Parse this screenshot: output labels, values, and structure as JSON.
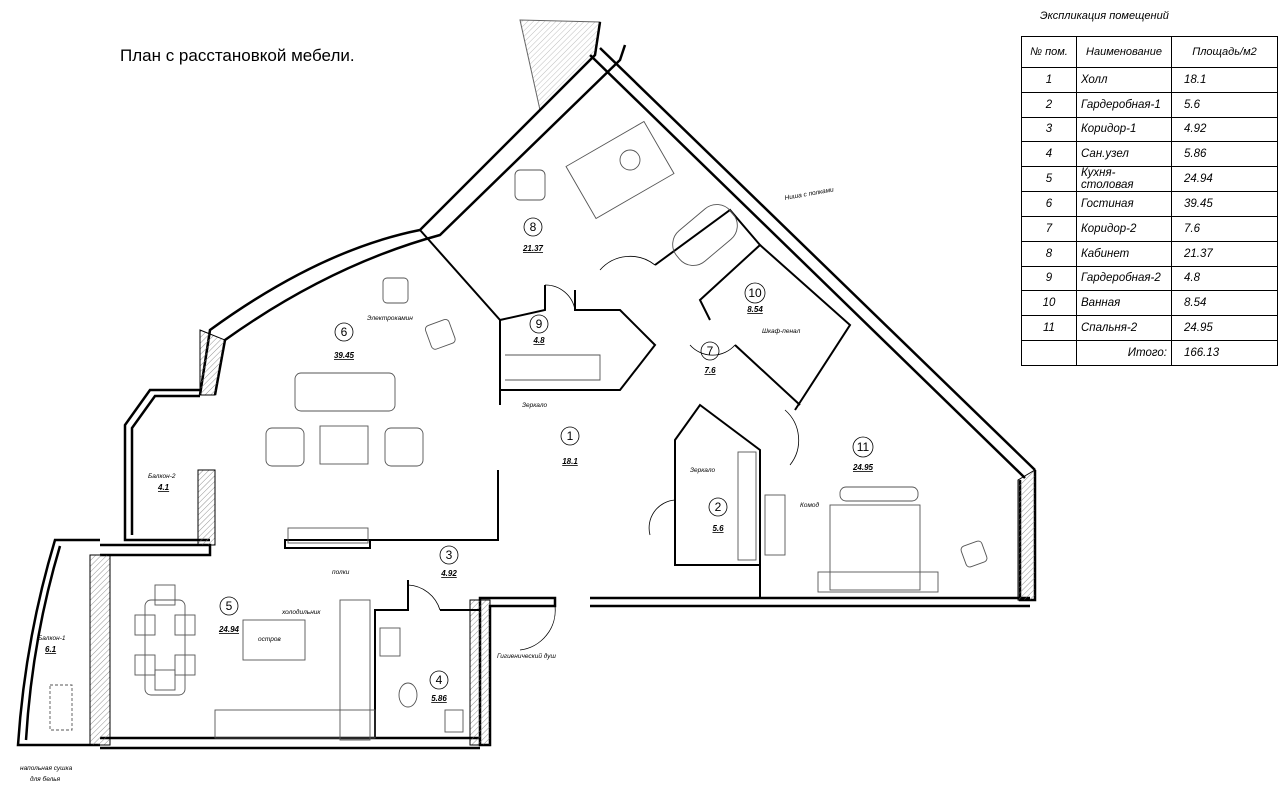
{
  "title": "План с расстановкой мебели.",
  "explication": {
    "title": "Экспликация помещений",
    "headers": [
      "№ пом.",
      "Наименование",
      "Площадь/м2"
    ],
    "rows": [
      {
        "no": "1",
        "name": "Холл",
        "area": "18.1"
      },
      {
        "no": "2",
        "name": "Гардеробная-1",
        "area": "5.6"
      },
      {
        "no": "3",
        "name": "Коридор-1",
        "area": "4.92"
      },
      {
        "no": "4",
        "name": "Сан.узел",
        "area": "5.86"
      },
      {
        "no": "5",
        "name": "Кухня-столовая",
        "area": "24.94"
      },
      {
        "no": "6",
        "name": "Гостиная",
        "area": "39.45"
      },
      {
        "no": "7",
        "name": "Коридор-2",
        "area": "7.6"
      },
      {
        "no": "8",
        "name": "Кабинет",
        "area": "21.37"
      },
      {
        "no": "9",
        "name": "Гардеробная-2",
        "area": "4.8"
      },
      {
        "no": "10",
        "name": "Ванная",
        "area": "8.54"
      },
      {
        "no": "11",
        "name": "Спальня-2",
        "area": "24.95"
      }
    ],
    "total_label": "Итого:",
    "total": "166.13"
  },
  "plan": {
    "rooms": {
      "r1": {
        "no": "1",
        "area": "18.1"
      },
      "r2": {
        "no": "2",
        "area": "5.6"
      },
      "r3": {
        "no": "3",
        "area": "4.92"
      },
      "r4": {
        "no": "4",
        "area": "5.86"
      },
      "r5": {
        "no": "5",
        "area": "24.94"
      },
      "r6": {
        "no": "6",
        "area": "39.45"
      },
      "r7": {
        "no": "7",
        "area": "7.6"
      },
      "r8": {
        "no": "8",
        "area": "21.37"
      },
      "r9": {
        "no": "9",
        "area": "4.8"
      },
      "r10": {
        "no": "10",
        "area": "8.54"
      },
      "r11": {
        "no": "11",
        "area": "24.95"
      }
    },
    "balcony1": {
      "name": "Балкон-1",
      "area": "6.1"
    },
    "balcony2": {
      "name": "Балкон-2",
      "area": "4.1"
    },
    "annotations": {
      "fireplace": "Электрокамин",
      "mirror": "Зеркало",
      "shelves": "полки",
      "fridge": "холодильник",
      "island": "остров",
      "shower": "Гигиенический душ",
      "dresser": "Комод",
      "niche": "Ниша с полками",
      "cabinet": "Шкаф-пенал",
      "dryer1": "напольная сушка",
      "dryer2": "для белья"
    }
  }
}
